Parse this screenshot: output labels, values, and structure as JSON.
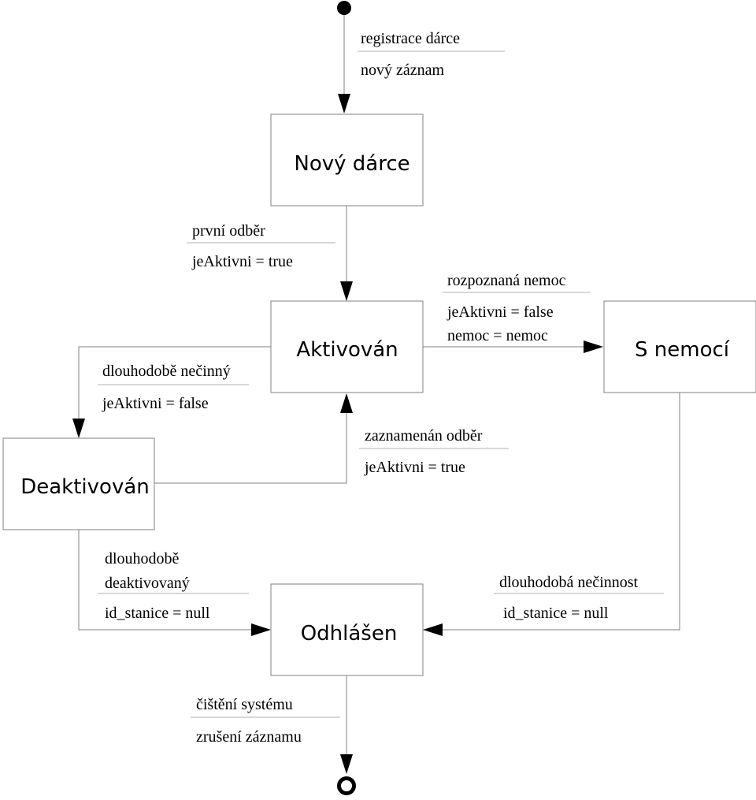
{
  "states": {
    "novy_darce": "Nový dárce",
    "aktivovan": "Aktivován",
    "s_nemoci": "S nemocí",
    "deaktivovan": "Deaktivován",
    "odhlasen": "Odhlášen"
  },
  "transitions": {
    "start_to_novy": {
      "event": "registrace dárce",
      "action": "nový záznam"
    },
    "novy_to_aktivovan": {
      "event": "první odběr",
      "action": "jeAktivni = true"
    },
    "aktivovan_to_s_nemoci": {
      "event": "rozpoznaná nemoc",
      "action_1": "jeAktivni = false",
      "action_2": "nemoc = nemoc"
    },
    "aktivovan_to_deaktivovan": {
      "event": "dlouhodobě nečinný",
      "action": "jeAktivni = false"
    },
    "deaktivovan_to_aktivovan": {
      "event": "zaznamenán odběr",
      "action": "jeAktivni = true"
    },
    "deaktivovan_to_odhlasen": {
      "event_1": "dlouhodobě",
      "event_2": "deaktivovaný",
      "action": "id_stanice = null"
    },
    "s_nemoci_to_odhlasen": {
      "event": "dlouhodobá nečinnost",
      "action": "id_stanice = null"
    },
    "odhlasen_to_end": {
      "event": "čištění systému",
      "action": "zrušení záznamu"
    }
  }
}
